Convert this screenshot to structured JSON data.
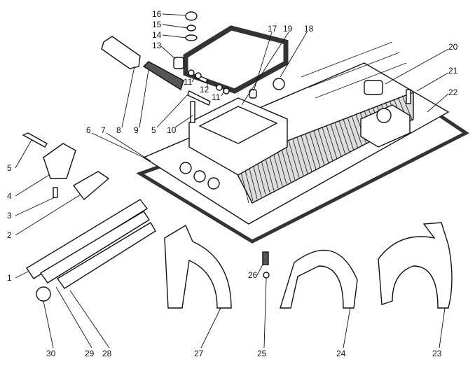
{
  "figure": {
    "callouts": [
      {
        "id": "c16",
        "text": "16"
      },
      {
        "id": "c15",
        "text": "15"
      },
      {
        "id": "c14",
        "text": "14"
      },
      {
        "id": "c13",
        "text": "13"
      },
      {
        "id": "c17",
        "text": "17"
      },
      {
        "id": "c19",
        "text": "19"
      },
      {
        "id": "c18",
        "text": "18"
      },
      {
        "id": "c20",
        "text": "20"
      },
      {
        "id": "c21",
        "text": "21"
      },
      {
        "id": "c22",
        "text": "22"
      },
      {
        "id": "c11a",
        "text": "11"
      },
      {
        "id": "c12",
        "text": "12"
      },
      {
        "id": "c11b",
        "text": "11"
      },
      {
        "id": "c8",
        "text": "8"
      },
      {
        "id": "c9",
        "text": "9"
      },
      {
        "id": "c5a",
        "text": "5"
      },
      {
        "id": "c10",
        "text": "10"
      },
      {
        "id": "c6",
        "text": "6"
      },
      {
        "id": "c7",
        "text": "7"
      },
      {
        "id": "c5b",
        "text": "5"
      },
      {
        "id": "c4",
        "text": "4"
      },
      {
        "id": "c3",
        "text": "3"
      },
      {
        "id": "c2",
        "text": "2"
      },
      {
        "id": "c1",
        "text": "1"
      },
      {
        "id": "c30",
        "text": "30"
      },
      {
        "id": "c29",
        "text": "29"
      },
      {
        "id": "c28",
        "text": "28"
      },
      {
        "id": "c27",
        "text": "27"
      },
      {
        "id": "c26",
        "text": "26"
      },
      {
        "id": "c25",
        "text": "25"
      },
      {
        "id": "c24",
        "text": "24"
      },
      {
        "id": "c23",
        "text": "23"
      }
    ]
  }
}
